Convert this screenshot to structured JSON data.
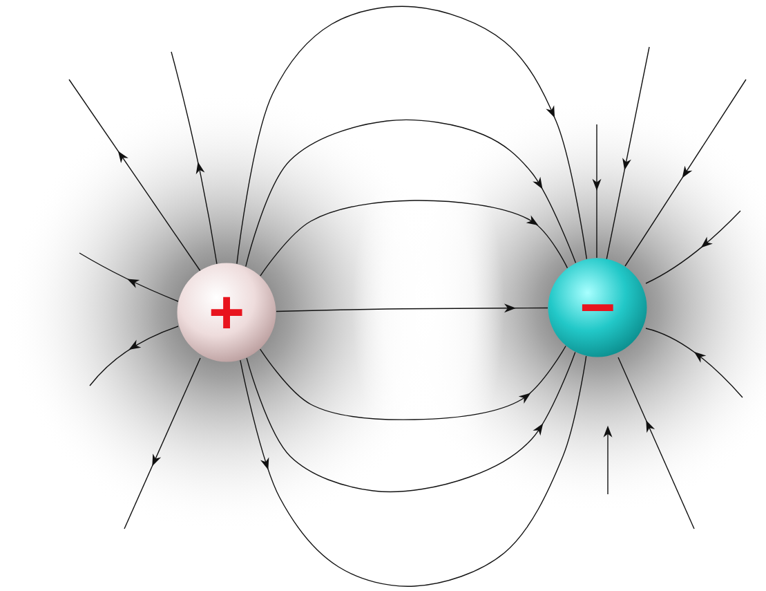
{
  "diagram": {
    "nodes": [
      {
        "text": [
          "+"
        ]
      },
      {
        "text": [
          "−"
        ]
      }
    ],
    "edges": [
      {
        "from": 0,
        "to": 1,
        "arrow": "to"
      },
      {
        "from": 0,
        "to": 1,
        "arrow": "to"
      },
      {
        "from": 0,
        "to": 1,
        "arrow": "to"
      },
      {
        "from": 0,
        "to": 1,
        "arrow": "to"
      },
      {
        "from": 0,
        "to": 1,
        "arrow": "to"
      },
      {
        "from": 0,
        "to": 1,
        "arrow": "to"
      },
      {
        "from": 0,
        "to": 1,
        "arrow": "to"
      }
    ]
  }
}
